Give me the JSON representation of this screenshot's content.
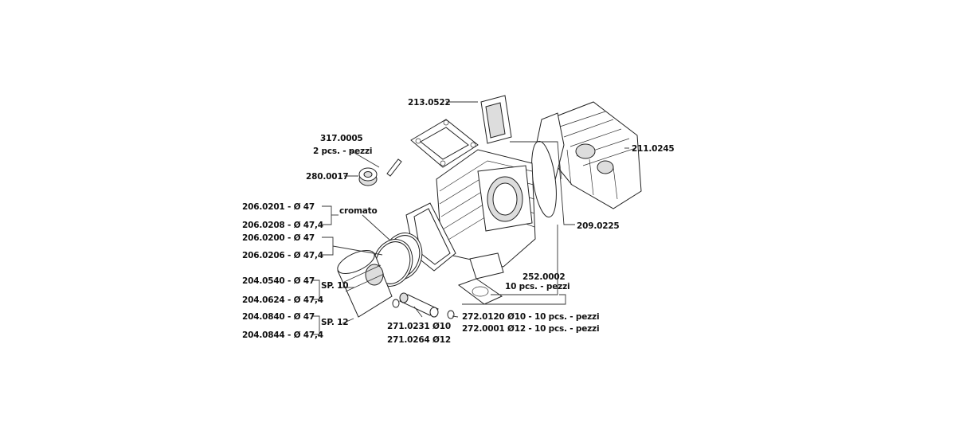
{
  "labels": {
    "reed": "213.0522",
    "head": "211.0245",
    "pin_clip": "317.0005",
    "pin_clip_qty": "2 pcs. - pezzi",
    "bearing": "280.0017",
    "ring_a1": "206.0201 - Ø 47",
    "ring_a2": "206.0208 - Ø 47,4",
    "cromato": "cromato",
    "ring_b1": "206.0200 - Ø 47",
    "ring_b2": "206.0206 - Ø 47,4",
    "piston_a1": "204.0540 - Ø 47",
    "sp10": "SP. 10",
    "piston_a2": "204.0624 - Ø 47,4",
    "piston_b1": "204.0840 - Ø 47",
    "sp12": "SP. 12",
    "piston_b2": "204.0844 - Ø 47,4",
    "gasket_head": "209.0225",
    "gasket_base": "252.0002",
    "gasket_base_qty": "10 pcs. - pezzi",
    "wpin_a": "271.0231 Ø10",
    "wpin_b": "271.0264 Ø12",
    "circlip_a": "272.0120 Ø10 - 10 pcs. - pezzi",
    "circlip_b": "272.0001 Ø12 - 10 pcs. - pezzi"
  }
}
